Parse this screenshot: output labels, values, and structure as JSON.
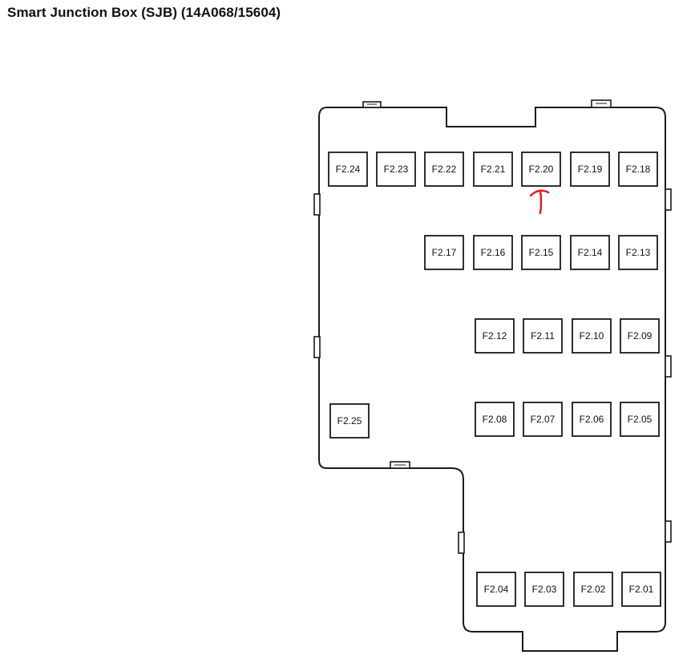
{
  "title": "Smart Junction Box (SJB) (14A068/15604)",
  "fuses": [
    {
      "id": "F2.24",
      "label": "F2.24"
    },
    {
      "id": "F2.23",
      "label": "F2.23"
    },
    {
      "id": "F2.22",
      "label": "F2.22"
    },
    {
      "id": "F2.21",
      "label": "F2.21"
    },
    {
      "id": "F2.20",
      "label": "F2.20"
    },
    {
      "id": "F2.19",
      "label": "F2.19"
    },
    {
      "id": "F2.18",
      "label": "F2.18"
    },
    {
      "id": "F2.17",
      "label": "F2.17"
    },
    {
      "id": "F2.16",
      "label": "F2.16"
    },
    {
      "id": "F2.15",
      "label": "F2.15"
    },
    {
      "id": "F2.14",
      "label": "F2.14"
    },
    {
      "id": "F2.13",
      "label": "F2.13"
    },
    {
      "id": "F2.12",
      "label": "F2.12"
    },
    {
      "id": "F2.11",
      "label": "F2.11"
    },
    {
      "id": "F2.10",
      "label": "F2.10"
    },
    {
      "id": "F2.09",
      "label": "F2.09"
    },
    {
      "id": "F2.25",
      "label": "F2.25"
    },
    {
      "id": "F2.08",
      "label": "F2.08"
    },
    {
      "id": "F2.07",
      "label": "F2.07"
    },
    {
      "id": "F2.06",
      "label": "F2.06"
    },
    {
      "id": "F2.05",
      "label": "F2.05"
    },
    {
      "id": "F2.04",
      "label": "F2.04"
    },
    {
      "id": "F2.03",
      "label": "F2.03"
    },
    {
      "id": "F2.02",
      "label": "F2.02"
    },
    {
      "id": "F2.01",
      "label": "F2.01"
    }
  ],
  "annotation": {
    "target_fuse": "F2.20",
    "mark": "arrow-up",
    "color": "#e8141c"
  },
  "colors": {
    "outline": "#1a1a1a",
    "text": "#111111",
    "background": "#ffffff"
  }
}
